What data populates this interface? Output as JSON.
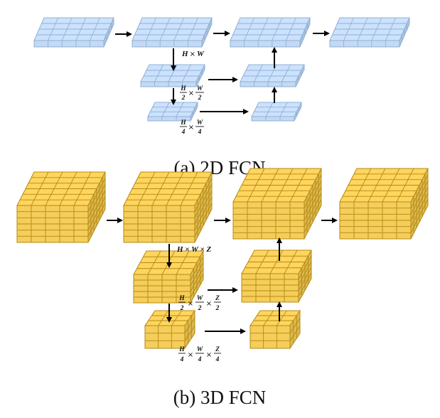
{
  "panel_a": {
    "caption": "(a) 2D FCN",
    "fill_color": "#c4d9f2",
    "stroke_color": "#8fb0d8",
    "dims": {
      "full": [
        "H",
        "×",
        "W"
      ],
      "half": {
        "h_num": "H",
        "h_den": "2",
        "times": "×",
        "w_num": "W",
        "w_den": "2"
      },
      "quarter": {
        "h_num": "H",
        "h_den": "4",
        "times": "×",
        "w_num": "W",
        "w_den": "4"
      }
    }
  },
  "panel_b": {
    "caption": "(b) 3D FCN",
    "fill_color": "#f5cd5a",
    "stroke_color": "#b58a12",
    "dims": {
      "full": "H × W × Z",
      "half": {
        "h_num": "H",
        "h_den": "2",
        "w_num": "W",
        "w_den": "2",
        "z_num": "Z",
        "z_den": "2",
        "times": "×"
      },
      "quarter": {
        "h_num": "H",
        "h_den": "4",
        "w_num": "W",
        "w_den": "4",
        "z_num": "Z",
        "z_den": "4",
        "times": "×"
      }
    }
  }
}
